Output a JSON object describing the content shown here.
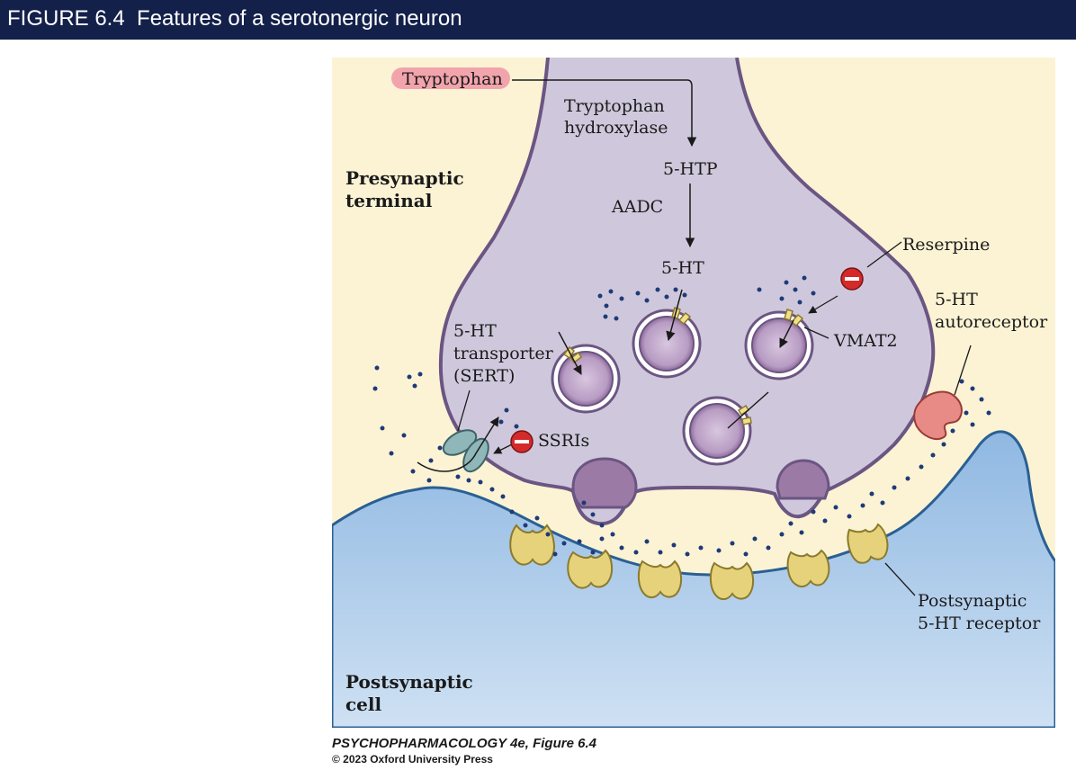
{
  "header": {
    "title": "FIGURE 6.4  Features of a serotonergic neuron"
  },
  "labels": {
    "tryptophan": "Tryptophan",
    "enzyme1_line1": "Tryptophan",
    "enzyme1_line2": "hydroxylase",
    "htp": "5-HTP",
    "aadc": "AADC",
    "ht": "5-HT",
    "presynaptic_line1": "Presynaptic",
    "presynaptic_line2": "terminal",
    "reserpine": "Reserpine",
    "autoreceptor_line1": "5-HT",
    "autoreceptor_line2": "autoreceptor",
    "vmat2": "VMAT2",
    "transporter_line1": "5-HT",
    "transporter_line2": "transporter",
    "transporter_line3": "(SERT)",
    "ssris": "SSRIs",
    "postsyn_receptor_line1": "Postsynaptic",
    "postsyn_receptor_line2": "5-HT receptor",
    "postsyn_cell_line1": "Postsynaptic",
    "postsyn_cell_line2": "cell"
  },
  "credit": {
    "title": "PSYCHOPHARMACOLOGY 4e, Figure 6.4",
    "copyright": "© 2023 Oxford University Press"
  },
  "colors": {
    "background": "#fbf3d4",
    "terminal_fill": "#cfc8dc",
    "terminal_stroke": "#6b5582",
    "vesicle": "#9b7aa6",
    "postsynaptic": "#a6c8e8",
    "receptor": "#e6d27a",
    "inhibit": "#d42a2a",
    "dot": "#1e3a78",
    "header": "#13204a"
  }
}
